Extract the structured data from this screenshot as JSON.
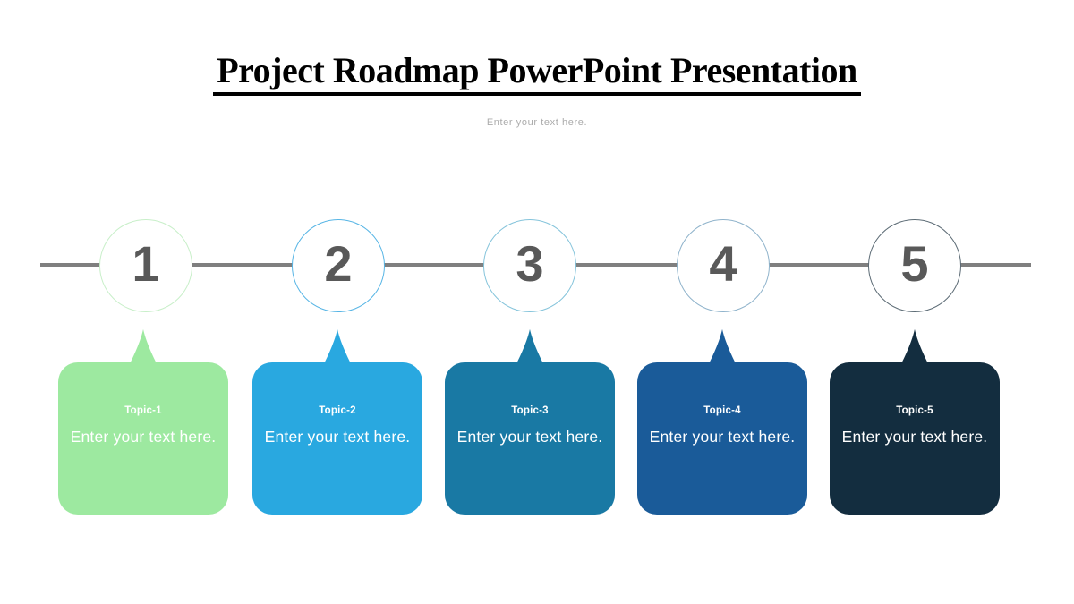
{
  "slide": {
    "title": "Project Roadmap PowerPoint Presentation",
    "subtitle": "Enter your text here."
  },
  "steps": [
    {
      "number": "1",
      "topic": "Topic-1",
      "text": "Enter your text here.",
      "card_color": "#9DE9A0",
      "circle_border": "#C8EFC9"
    },
    {
      "number": "2",
      "topic": "Topic-2",
      "text": "Enter your text here.",
      "card_color": "#29A8E0",
      "circle_border": "#57B5E5"
    },
    {
      "number": "3",
      "topic": "Topic-3",
      "text": "Enter your text here.",
      "card_color": "#1979A4",
      "circle_border": "#85C4DB"
    },
    {
      "number": "4",
      "topic": "Topic-4",
      "text": "Enter your text here.",
      "card_color": "#1A5B99",
      "circle_border": "#8FB3CB"
    },
    {
      "number": "5",
      "topic": "Topic-5",
      "text": "Enter your text here.",
      "card_color": "#132D3F",
      "circle_border": "#5C6B75"
    }
  ],
  "colors": {
    "timeline_line": "#7F7F7F",
    "step_number": "#595959",
    "subtitle_text": "#ABABAB",
    "title_text": "#000000",
    "card_text": "#FFFFFF"
  }
}
